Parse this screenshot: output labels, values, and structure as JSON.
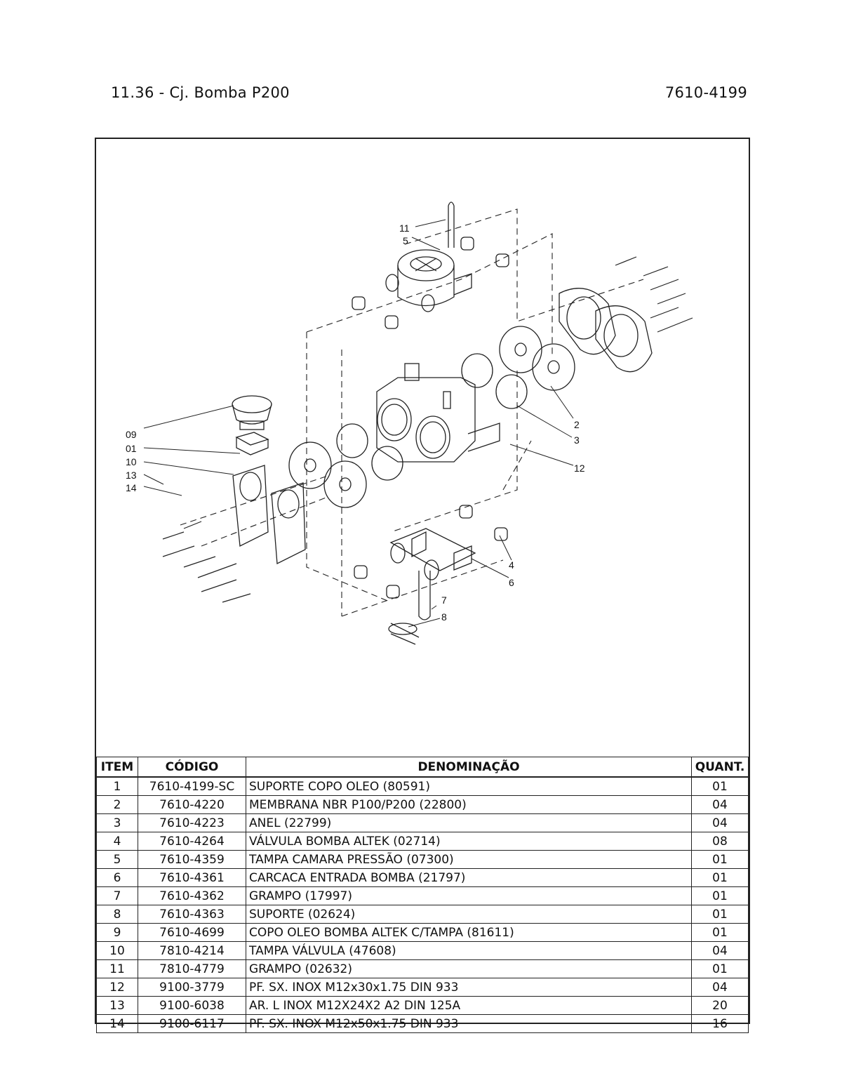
{
  "header": {
    "title": "11.36 - Cj. Bomba P200",
    "code": "7610-4199"
  },
  "callouts": [
    "11",
    "5",
    "2",
    "3",
    "12",
    "09",
    "01",
    "10",
    "13",
    "14",
    "4",
    "6",
    "7",
    "8"
  ],
  "table": {
    "columns": {
      "item": "ITEM",
      "code": "CÓDIGO",
      "desc": "DENOMINAÇÃO",
      "qty": "QUANT."
    },
    "rows": [
      {
        "item": "1",
        "code": "7610-4199-SC",
        "desc": "SUPORTE COPO OLEO  (80591)",
        "qty": "01"
      },
      {
        "item": "2",
        "code": "7610-4220",
        "desc": "MEMBRANA NBR P100/P200 (22800)",
        "qty": "04"
      },
      {
        "item": "3",
        "code": "7610-4223",
        "desc": "ANEL (22799)",
        "qty": "04"
      },
      {
        "item": "4",
        "code": "7610-4264",
        "desc": "VÁLVULA BOMBA ALTEK (02714)",
        "qty": "08"
      },
      {
        "item": "5",
        "code": "7610-4359",
        "desc": "TAMPA CAMARA PRESSÃO (07300)",
        "qty": "01"
      },
      {
        "item": "6",
        "code": "7610-4361",
        "desc": "CARCACA ENTRADA  BOMBA (21797)",
        "qty": "01"
      },
      {
        "item": "7",
        "code": "7610-4362",
        "desc": "GRAMPO (17997)",
        "qty": "01"
      },
      {
        "item": "8",
        "code": "7610-4363",
        "desc": "SUPORTE (02624)",
        "qty": "01"
      },
      {
        "item": "9",
        "code": "7610-4699",
        "desc": "COPO OLEO BOMBA ALTEK C/TAMPA (81611)",
        "qty": "01"
      },
      {
        "item": "10",
        "code": "7810-4214",
        "desc": "TAMPA VÁLVULA (47608)",
        "qty": "04"
      },
      {
        "item": "11",
        "code": "7810-4779",
        "desc": "GRAMPO (02632)",
        "qty": "01"
      },
      {
        "item": "12",
        "code": "9100-3779",
        "desc": "PF. SX. INOX M12x30x1.75 DIN 933",
        "qty": "04"
      },
      {
        "item": "13",
        "code": "9100-6038",
        "desc": "AR. L INOX M12X24X2 A2 DIN 125A",
        "qty": "20"
      },
      {
        "item": "14",
        "code": "9100-6117",
        "desc": "PF. SX. INOX M12x50x1.75 DIN 933",
        "qty": "16"
      }
    ]
  }
}
